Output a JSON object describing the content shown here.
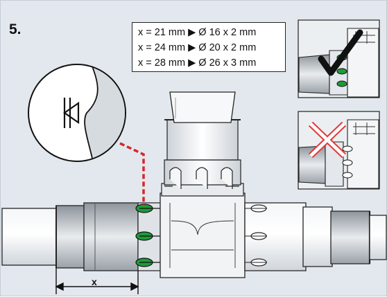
{
  "step": "5.",
  "spec_lines": [
    "x = 21 mm ▶ Ø 16 x 2 mm",
    "x = 24 mm ▶ Ø 20 x 2 mm",
    "x = 28 mm ▶ Ø 26 x 3 mm"
  ],
  "dimension_label": "x",
  "colors": {
    "background": "#e3e8ee",
    "indicator_green": "#1e9a3a",
    "check": "#111111",
    "cross_red": "#e23a3a",
    "leader_red": "#d7262b"
  },
  "icons": [
    "check-mark-icon",
    "cross-mark-icon"
  ]
}
